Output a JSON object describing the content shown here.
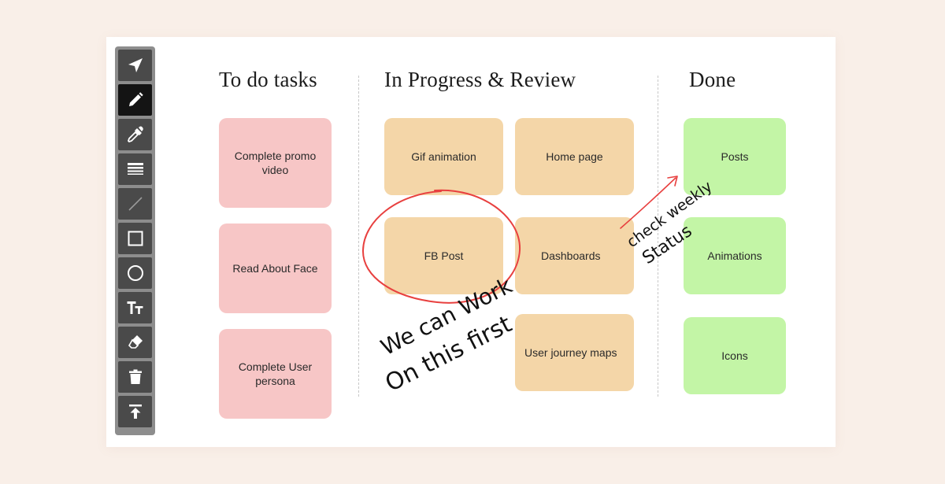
{
  "toolbar": {
    "tools": [
      {
        "name": "select-tool",
        "icon": "cursor-arrow-icon",
        "active": false
      },
      {
        "name": "pen-tool",
        "icon": "pencil-icon",
        "active": true
      },
      {
        "name": "eyedropper-tool",
        "icon": "eyedropper-icon",
        "active": false
      },
      {
        "name": "line-weight-tool",
        "icon": "line-weight-icon",
        "active": false
      },
      {
        "name": "line-tool",
        "icon": "line-icon",
        "active": false
      },
      {
        "name": "rectangle-tool",
        "icon": "square-icon",
        "active": false
      },
      {
        "name": "ellipse-tool",
        "icon": "circle-icon",
        "active": false
      },
      {
        "name": "text-tool",
        "icon": "text-size-icon",
        "active": false
      },
      {
        "name": "eraser-tool",
        "icon": "eraser-icon",
        "active": false
      },
      {
        "name": "delete-tool",
        "icon": "trash-icon",
        "active": false
      },
      {
        "name": "export-tool",
        "icon": "upload-icon",
        "active": false
      }
    ]
  },
  "columns": {
    "todo": {
      "title": "To do tasks",
      "cards": [
        "Complete promo video",
        "Read About Face",
        "Complete User persona"
      ]
    },
    "progress": {
      "title": "In Progress & Review",
      "cards": [
        "Gif animation",
        "Home page",
        "FB Post",
        "Dashboards",
        "User journey maps"
      ]
    },
    "done": {
      "title": "Done",
      "cards": [
        "Posts",
        "Animations",
        "Icons"
      ]
    }
  },
  "annotations": {
    "note_line1": "We can Work",
    "note_line2": "On this first",
    "arrow_line1": "check weekly",
    "arrow_line2": "Status"
  },
  "colors": {
    "todo_card": "#f7c6c6",
    "progress_card": "#f4d6a8",
    "done_card": "#c3f5a6",
    "toolbar": "#8d8d8d",
    "tool_button": "#4a4a4a",
    "tool_active": "#141414",
    "annotation_red": "#e8403f",
    "background": "#f9efe8"
  }
}
